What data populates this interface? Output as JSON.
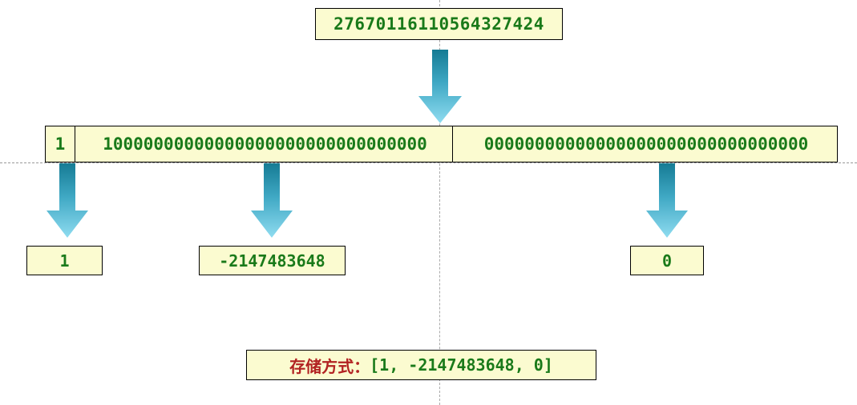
{
  "diagram": {
    "title_value": "27670116110564327424",
    "bits": {
      "sign_bit": "1",
      "high_word": "10000000000000000000000000000000",
      "low_word": "00000000000000000000000000000000"
    },
    "decoded": {
      "sign": "1",
      "high": "-2147483648",
      "low": "0"
    },
    "summary": {
      "label": "存储方式：",
      "value": "[1, -2147483648, 0]"
    },
    "icons": {
      "arrow_top": "down-arrow-icon",
      "arrow_sign": "down-arrow-icon",
      "arrow_high": "down-arrow-icon",
      "arrow_low": "down-arrow-icon"
    },
    "colors": {
      "box_fill": "#fbfbd0",
      "box_border": "#000000",
      "value_text": "#1a7a1a",
      "label_text": "#b22222",
      "arrow_dark": "#1b7f98",
      "arrow_light": "#8fdcf0",
      "guide_line": "#aaaaaa"
    }
  }
}
